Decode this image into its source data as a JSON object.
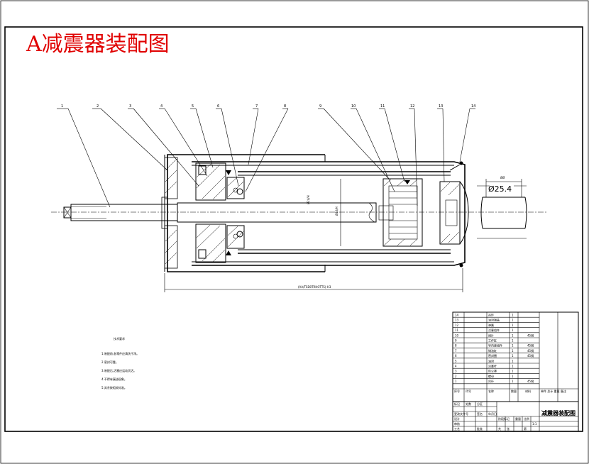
{
  "title": "A减震器装配图",
  "part_numbers": [
    "1",
    "2",
    "3",
    "4",
    "5",
    "6",
    "7",
    "8",
    "9",
    "10",
    "11",
    "12",
    "13",
    "14"
  ],
  "dimensions": {
    "diameter": "Ø25.4",
    "length": "(AA/TSD0TRHOTTS)-H3",
    "small_a": "Ø24/H",
    "small_b": "Ø40/H",
    "top_small": "ØØ"
  },
  "tech_requirements": {
    "heading": "技术要求",
    "items": [
      "1.装配前,各零件应清洗干净。",
      "2.密封可靠。",
      "3.装配后,活塞应运动灵活。",
      "4.不得有漏油现象。",
      "5.其余按相关标准。"
    ]
  },
  "bom_rows": [
    {
      "no": "14",
      "name": "吊环",
      "qty": "1",
      "mat": ""
    },
    {
      "no": "13",
      "name": "油封端盖",
      "qty": "1",
      "mat": ""
    },
    {
      "no": "12",
      "name": "弹簧",
      "qty": "1",
      "mat": ""
    },
    {
      "no": "11",
      "name": "活塞组件",
      "qty": "1",
      "mat": ""
    },
    {
      "no": "10",
      "name": "阀片",
      "qty": "1",
      "mat": "45钢"
    },
    {
      "no": "9",
      "name": "工作缸",
      "qty": "1",
      "mat": ""
    },
    {
      "no": "8",
      "name": "导向座组件",
      "qty": "1",
      "mat": "45钢"
    },
    {
      "no": "7",
      "name": "储油缸",
      "qty": "1",
      "mat": "45钢"
    },
    {
      "no": "6",
      "name": "密封圈",
      "qty": "1",
      "mat": "45钢"
    },
    {
      "no": "5",
      "name": "油封",
      "qty": "1",
      "mat": ""
    },
    {
      "no": "4",
      "name": "活塞杆",
      "qty": "1",
      "mat": ""
    },
    {
      "no": "3",
      "name": "防尘罩",
      "qty": "1",
      "mat": ""
    },
    {
      "no": "2",
      "name": "螺母",
      "qty": "1",
      "mat": ""
    },
    {
      "no": "1",
      "name": "吊环",
      "qty": "1",
      "mat": "45钢"
    }
  ],
  "bom_header": [
    "序号",
    "代号",
    "名称",
    "数量",
    "材料",
    "单件 总计 重量",
    "备注"
  ],
  "title_block": {
    "drawing_name": "减震器装配图",
    "scale": "1:1",
    "labels": [
      "标记",
      "处数",
      "分区",
      "更改文件号",
      "签名",
      "年月日",
      "设计",
      "审核",
      "工艺",
      "批准",
      "阶段标记",
      "重量",
      "比例",
      "共",
      "张",
      "第"
    ]
  }
}
